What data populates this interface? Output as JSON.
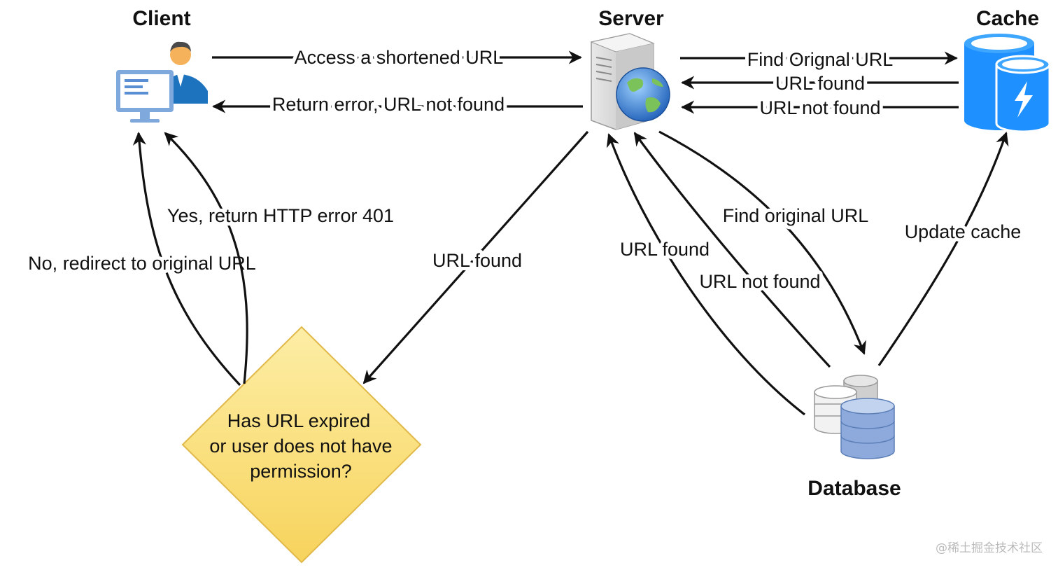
{
  "nodes": {
    "client": {
      "title": "Client"
    },
    "server": {
      "title": "Server"
    },
    "cache": {
      "title": "Cache"
    },
    "database": {
      "title": "Database"
    },
    "decision": {
      "lines": [
        "Has URL expired",
        "or user does not have",
        "permission?"
      ]
    }
  },
  "edges": {
    "access": "Access a shortened URL",
    "return_error": "Return error, URL not found",
    "find_cache": "Find Orignal URL",
    "cache_found": "URL found",
    "cache_not_found": "URL not found",
    "server_to_decision": "URL found",
    "decision_no": "No, redirect to original URL",
    "decision_yes": "Yes, return HTTP error 401",
    "server_to_db": "Find original URL",
    "db_found": "URL found",
    "db_not_found": "URL not found",
    "update_cache": "Update cache"
  },
  "watermark": "@稀土掘金技术社区",
  "colors": {
    "decision_fill": "#fce38a",
    "decision_stroke": "#e0b94a",
    "cache_blue": "#1e90ff",
    "db_blue": "#7f9fd3",
    "db_gray": "#d9d9d9"
  }
}
